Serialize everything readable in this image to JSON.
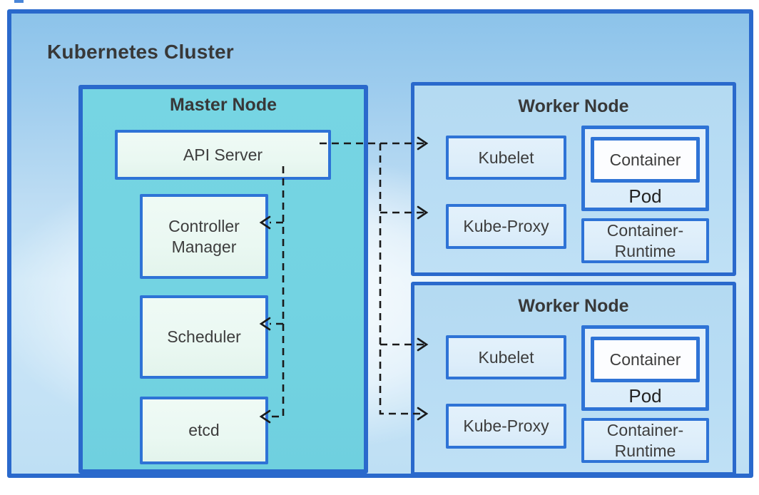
{
  "cluster": {
    "title": "Kubernetes Cluster"
  },
  "master": {
    "title": "Master Node",
    "api_server": "API Server",
    "controller_manager": "Controller Manager",
    "scheduler": "Scheduler",
    "etcd": "etcd"
  },
  "workers": [
    {
      "title": "Worker Node",
      "kubelet": "Kubelet",
      "kube_proxy": "Kube-Proxy",
      "container": "Container",
      "pod": "Pod",
      "runtime": "Container-Runtime"
    },
    {
      "title": "Worker Node",
      "kubelet": "Kubelet",
      "kube_proxy": "Kube-Proxy",
      "container": "Container",
      "pod": "Pod",
      "runtime": "Container-Runtime"
    }
  ],
  "connector_style": "black dashed line with open arrowhead",
  "connections": [
    {
      "from": "API Server",
      "to": "Kubelet (Worker Node 1)"
    },
    {
      "from": "API Server",
      "to": "Kube-Proxy (Worker Node 1)"
    },
    {
      "from": "API Server",
      "to": "Kubelet (Worker Node 2)"
    },
    {
      "from": "API Server",
      "to": "Kube-Proxy (Worker Node 2)"
    },
    {
      "from": "API Server",
      "to": "Controller Manager"
    },
    {
      "from": "API Server",
      "to": "Scheduler"
    },
    {
      "from": "API Server",
      "to": "etcd"
    }
  ],
  "colors": {
    "border_strong": "#2A69CC",
    "border_box": "#2E73D6",
    "master_fill": "#73D3E2",
    "mint_fill": "#EAF8F2",
    "worker_fill": "#B9DDF4",
    "blue_box_fill": "#DCEDFA",
    "container_fill": "#FCFDFF",
    "bg_top": "#8CC3EA",
    "bg_bottom": "#BEDFF4",
    "text": "#3D3D3D",
    "pod_text": "#222222",
    "connector": "#1A1A1A"
  }
}
